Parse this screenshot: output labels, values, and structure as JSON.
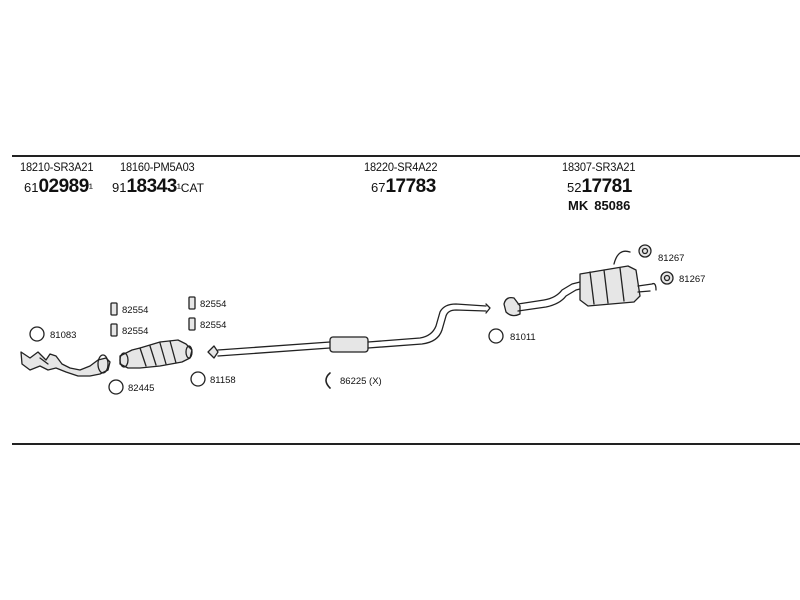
{
  "header": {
    "groups": [
      {
        "oem": "18210-SR3A21",
        "prefix": "61",
        "number": "02989",
        "suffix": "¹"
      },
      {
        "oem": "18160-PM5A03",
        "prefix": "91",
        "number": "18343",
        "suffix": "¹CAT"
      },
      {
        "oem": "18220-SR4A22",
        "prefix": "67",
        "number": "17783",
        "suffix": ""
      },
      {
        "oem": "18307-SR3A21",
        "prefix": "52",
        "number": "17781",
        "suffix": ""
      }
    ],
    "mk": {
      "prefix": "MK",
      "number": "85086"
    }
  },
  "refs": {
    "r81083": "81083",
    "r82554_a": "82554",
    "r82554_b": "82554",
    "r82554_c": "82554",
    "r82554_d": "82554",
    "r82445": "82445",
    "r81158": "81158",
    "r86225": "86225 (X)",
    "r81011": "81011",
    "r81267_a": "81267",
    "r81267_b": "81267"
  },
  "colors": {
    "line": "#222222",
    "part_fill": "#e6e6e6",
    "text": "#111111"
  }
}
